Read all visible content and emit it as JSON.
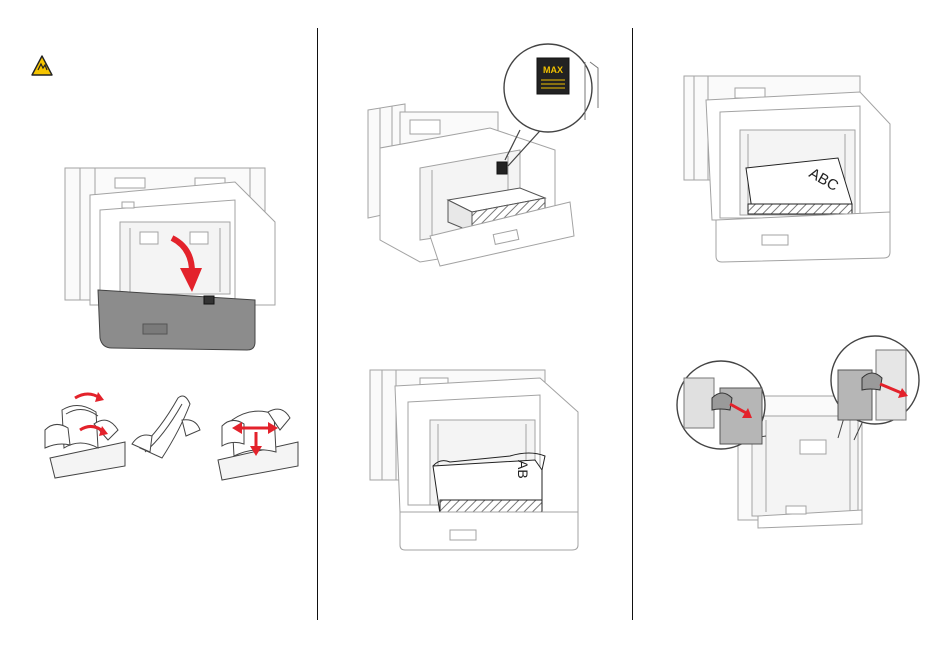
{
  "warning": {
    "icon": "pinch-hazard-warning-icon",
    "color": "#f5c400"
  },
  "labels": {
    "max_fill": "MAX",
    "paper_abc_step3": "ABC",
    "paper_abc_step4": "AB"
  },
  "colors": {
    "arrow": "#e3222b",
    "outline": "#9a9a9a",
    "tray_dark": "#8c8c8c",
    "label_bg": "#222222",
    "label_text": "#f0c000"
  }
}
